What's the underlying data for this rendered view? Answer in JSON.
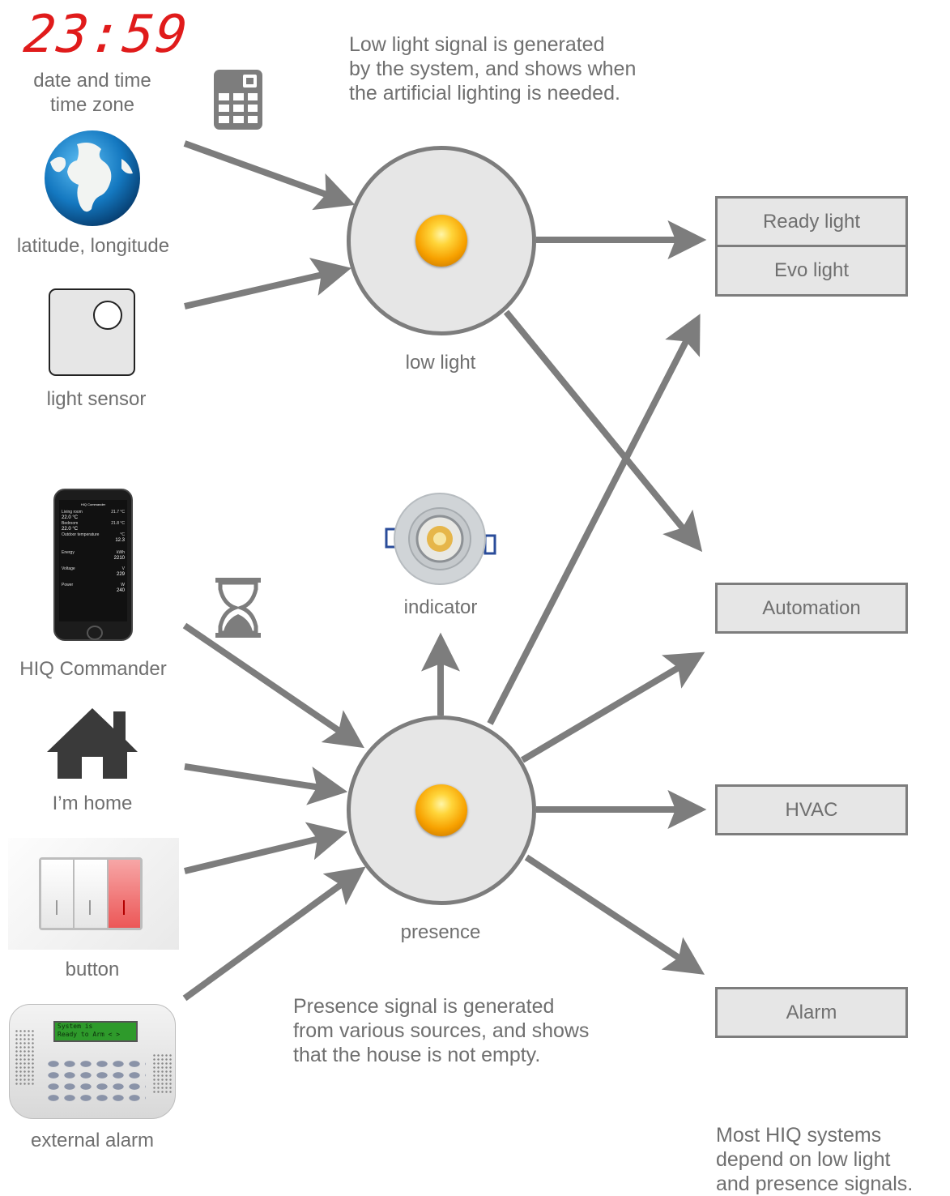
{
  "sources": {
    "clock_display": "23:59",
    "date_time": "date and time",
    "time_zone": "time zone",
    "lat_long": "latitude, longitude",
    "light_sensor": "light sensor",
    "hiq_commander": "HIQ Commander",
    "im_home": "I’m home",
    "button": "button",
    "external_alarm": "external alarm"
  },
  "phone": {
    "title": "HIQ Commander",
    "rows": [
      {
        "label": "Living room",
        "value": "22.0 °C",
        "aux": "21.7 °C"
      },
      {
        "label": "Bedroom",
        "value": "22.0 °C",
        "aux": "21.8 °C"
      },
      {
        "label": "Outdoor temperature",
        "value": "12.3",
        "aux": "°C"
      },
      {
        "label": "Energy",
        "value": "2210",
        "aux": "kWh"
      },
      {
        "label": "Voltage",
        "value": "229",
        "aux": "V"
      },
      {
        "label": "Power",
        "value": "240",
        "aux": "W"
      }
    ]
  },
  "alarm_panel": {
    "screen_line1": "System is",
    "screen_line2": "Ready to Arm  < >"
  },
  "nodes": {
    "low_light": "low light",
    "presence": "presence",
    "indicator": "indicator"
  },
  "outputs": {
    "ready_light": "Ready light",
    "evo_light": "Evo light",
    "automation": "Automation",
    "hvac": "HVAC",
    "alarm": "Alarm"
  },
  "notes": {
    "low_light": "Low light signal is generated\nby the system, and shows when\nthe artificial lighting is needed.",
    "presence": "Presence signal is generated\nfrom various sources, and shows\nthat the house is not empty.",
    "footer": "Most HIQ systems\ndepend on low light\nand presence signals."
  },
  "colors": {
    "arrow": "#7d7d7d",
    "node_fill": "#e6e6e6",
    "clock": "#e01b1b",
    "text": "#6f6f6f"
  }
}
